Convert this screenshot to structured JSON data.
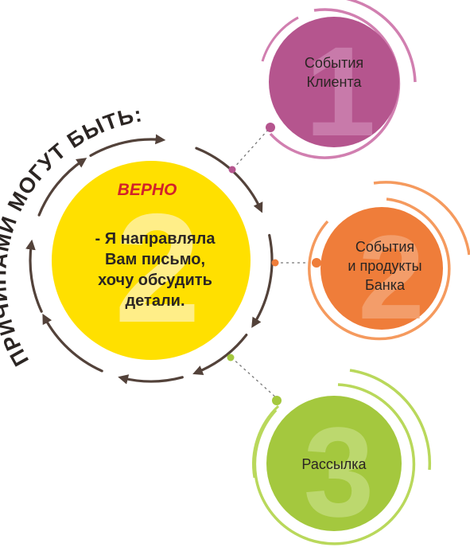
{
  "curved_title": "ПРИЧИНАМИ МОГУТ БЫТЬ:",
  "main_circle": {
    "badge": "ВЕРНО",
    "number": "2",
    "lines": [
      "- Я направляла",
      "Вам письмо,",
      "хочу обсудить",
      "детали."
    ]
  },
  "satellites": [
    {
      "number": "1",
      "lines": [
        "События",
        "Клиента"
      ]
    },
    {
      "number": "2",
      "lines": [
        "События",
        "и продукты",
        "Банка"
      ]
    },
    {
      "number": "3",
      "lines": [
        "Рассылка"
      ]
    }
  ],
  "colors": {
    "main_fill": "#ffe000",
    "main_number": "#ffee88",
    "badge_text": "#d2232a",
    "text": "#2b2523",
    "arrows": "#53423a",
    "circle1": "#b5558e",
    "circle1_ring": "#d17fb0",
    "circle2": "#ef7d3a",
    "circle2_ring": "#f59a5e",
    "circle3": "#a4c83e",
    "circle3_ring": "#b9d85b"
  }
}
